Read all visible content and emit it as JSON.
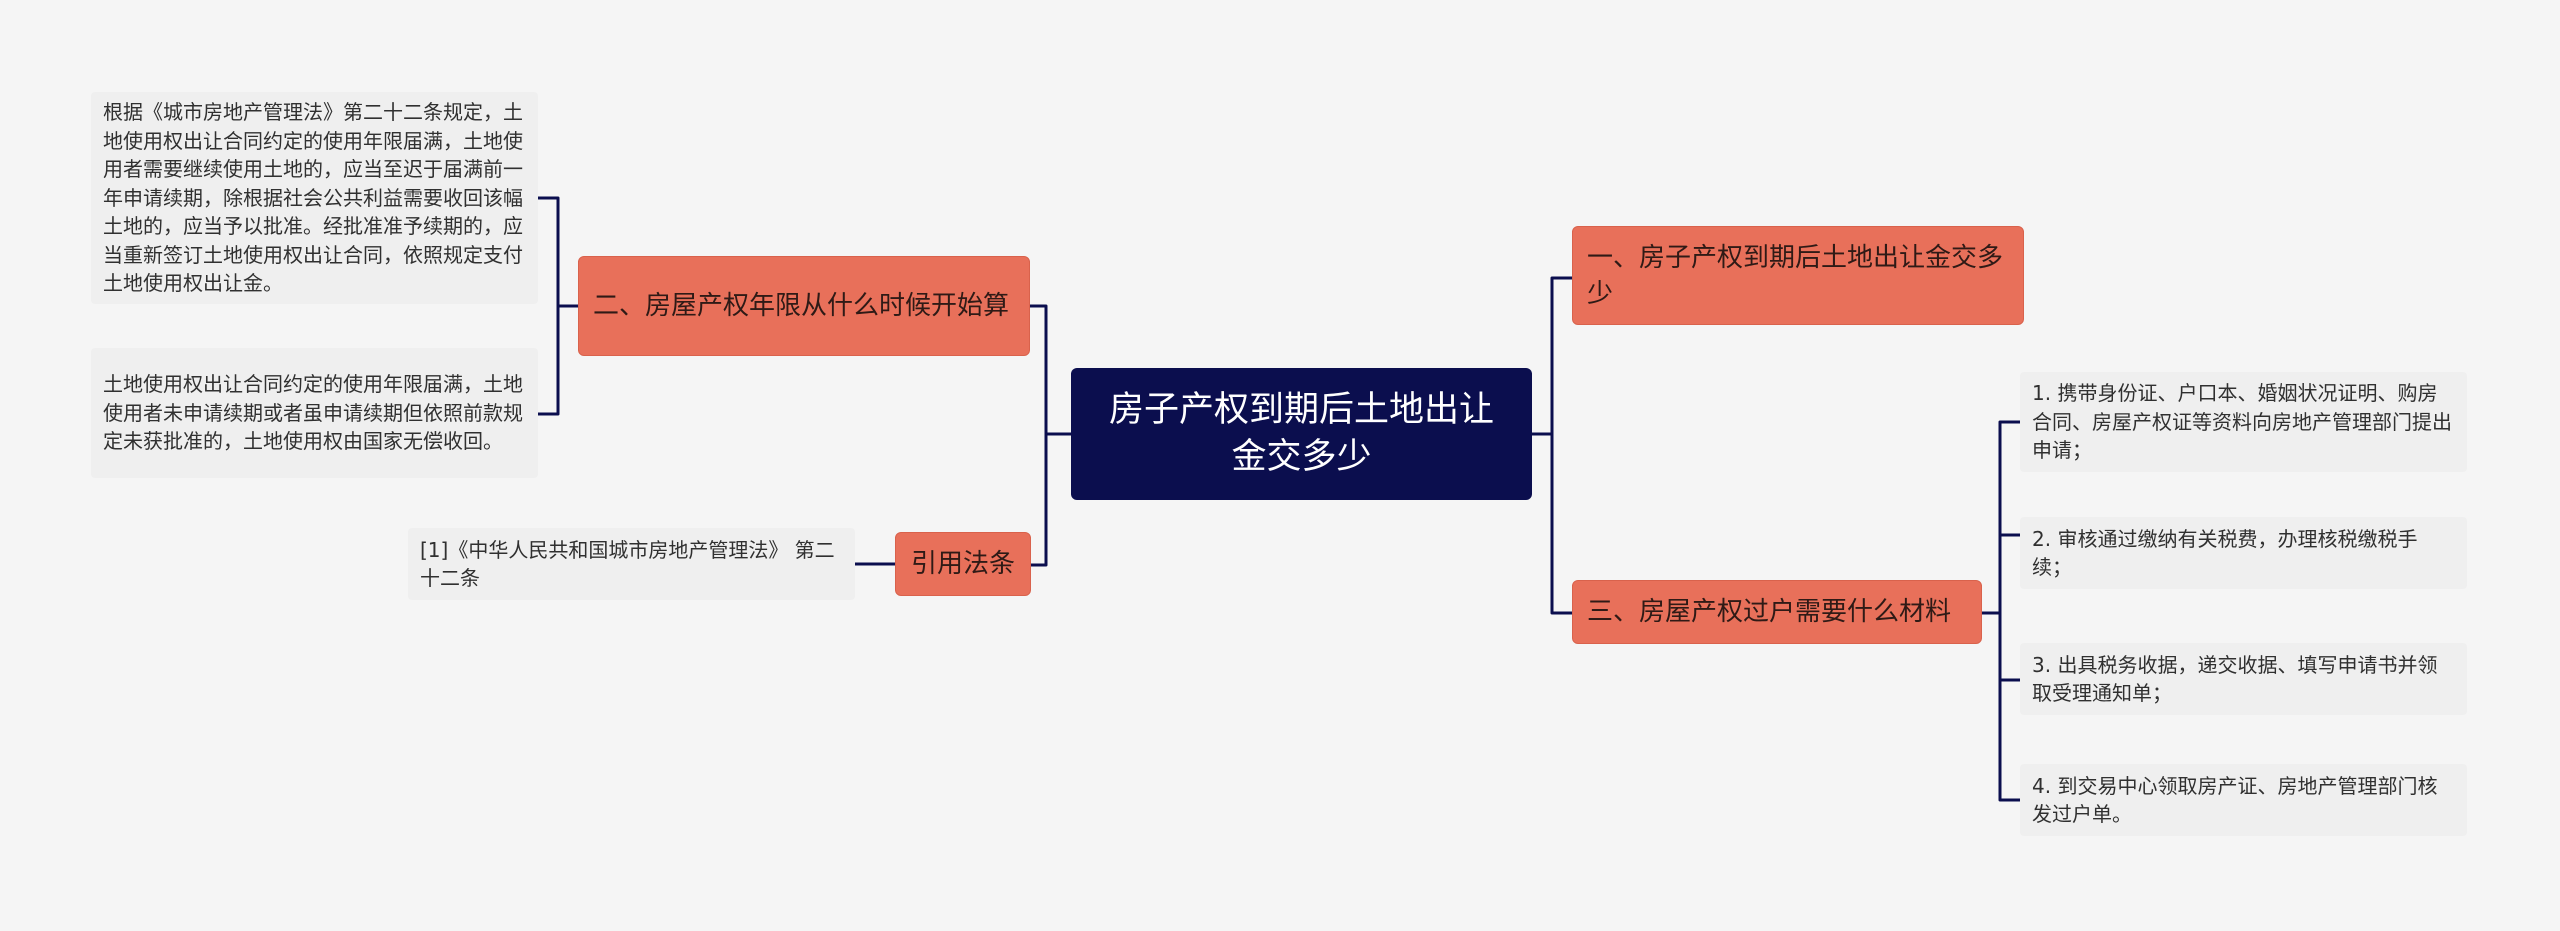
{
  "root": {
    "title": "房子产权到期后土地出让金交多少"
  },
  "left_branches": [
    {
      "label": "二、房屋产权年限从什么时候开始算",
      "children": [
        "根据《城市房地产管理法》第二十二条规定，土地使用权出让合同约定的使用年限届满，土地使用者需要继续使用土地的，应当至迟于届满前一年申请续期，除根据社会公共利益需要收回该幅土地的，应当予以批准。经批准准予续期的，应当重新签订土地使用权出让合同，依照规定支付土地使用权出让金。",
        "土地使用权出让合同约定的使用年限届满，土地使用者未申请续期或者虽申请续期但依照前款规定未获批准的，土地使用权由国家无偿收回。"
      ]
    },
    {
      "label": "引用法条",
      "children": [
        "[1]《中华人民共和国城市房地产管理法》 第二十二条"
      ]
    }
  ],
  "right_branches": [
    {
      "label": "一、房子产权到期后土地出让金交多少",
      "children": []
    },
    {
      "label": "三、房屋产权过户需要什么材料",
      "children": [
        "1. 携带身份证、户口本、婚姻状况证明、购房合同、房屋产权证等资料向房地产管理部门提出申请；",
        "2. 审核通过缴纳有关税费，办理核税缴税手续；",
        "3. 出具税务收据，递交收据、填写申请书并领取受理通知单；",
        "4. 到交易中心领取房产证、房地产管理部门核发过户单。"
      ]
    }
  ],
  "colors": {
    "background": "#f5f5f5",
    "root_fill": "#0b0e4e",
    "branch_fill": "#e8705a",
    "leaf_fill": "#efefef",
    "connector": "#0b0e4e"
  }
}
